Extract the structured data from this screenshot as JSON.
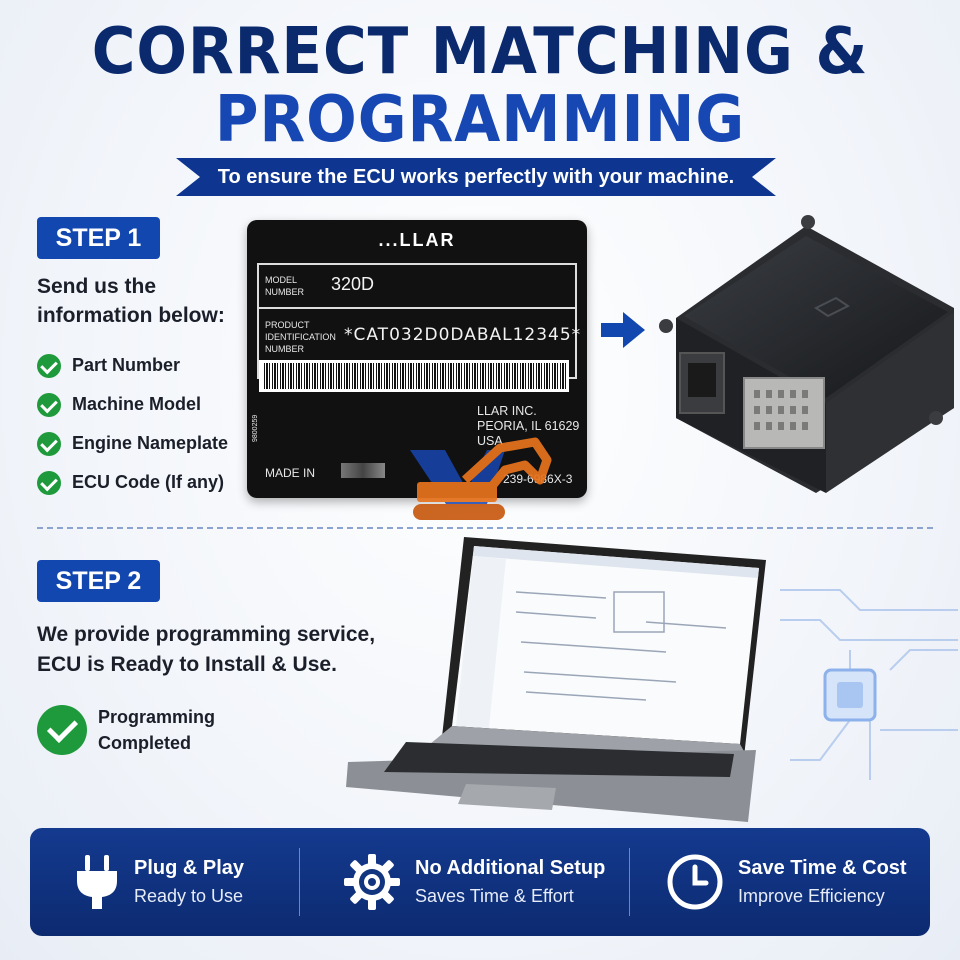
{
  "header": {
    "title_line1": "CORRECT MATCHING &",
    "title_line2": "PROGRAMMING",
    "subtitle": "To ensure the ECU works perfectly with your machine."
  },
  "step1": {
    "badge": "STEP 1",
    "text": "Send us the information below:",
    "items": [
      "Part Number",
      "Machine Model",
      "Engine Nameplate",
      "ECU Code (If any)"
    ]
  },
  "nameplate": {
    "brand": "...LLAR",
    "model_label": "MODEL NUMBER",
    "model_value": "320D",
    "pin_label": "PRODUCT IDENTIFICATION NUMBER",
    "pin_value": "*CAT032D0DABAL12345*",
    "address": [
      "LLAR INC.",
      "PEORIA, IL 61629",
      "USA"
    ],
    "made_in": "MADE IN",
    "side_code": "9800259",
    "part_code": "239-6986X-3"
  },
  "step2": {
    "badge": "STEP 2",
    "text": "We provide programming service, ECU is Ready to Install & Use.",
    "done": "Programming Completed"
  },
  "footer": {
    "items": [
      {
        "title": "Plug & Play",
        "sub": "Ready to Use",
        "icon": "plug-icon"
      },
      {
        "title": "No Additional Setup",
        "sub": "Saves Time & Effort",
        "icon": "gear-icon"
      },
      {
        "title": "Save Time & Cost",
        "sub": "Improve Efficiency",
        "icon": "clock-icon"
      }
    ]
  },
  "colors": {
    "navy": "#0b2a6e",
    "blue": "#1347b0",
    "green": "#1e9a3c"
  }
}
